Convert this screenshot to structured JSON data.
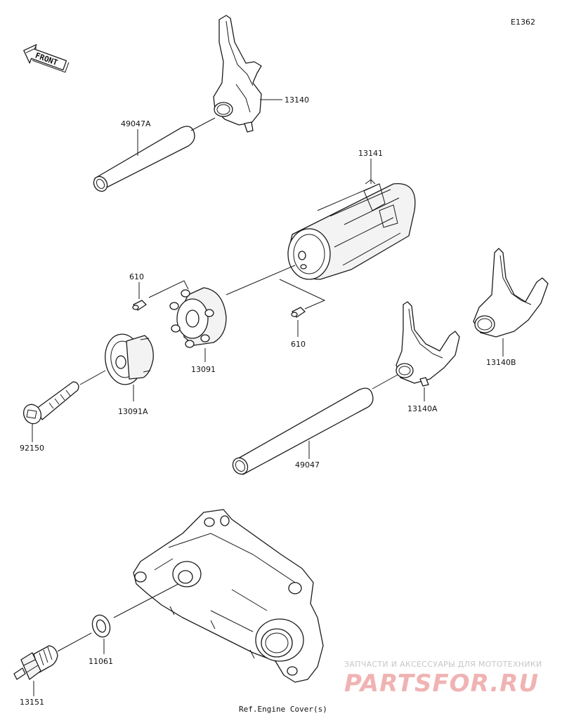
{
  "diagram_code": "E1362",
  "front_label": "FRONT",
  "parts": {
    "shift_fork_upper": "13140",
    "shift_rod_upper": "49047A",
    "shift_drum": "13141",
    "pin_left": "610",
    "pin_right": "610",
    "drum_operating_plate": "13091",
    "drum_cam": "13091A",
    "bolt": "92150",
    "shift_fork_middle": "13140A",
    "shift_fork_right": "13140B",
    "shift_rod_lower": "49047",
    "washer": "11061",
    "neutral_switch": "13151"
  },
  "ref_note": "Ref.Engine Cover(s)",
  "watermark": {
    "tagline": "ЗАПЧАСТИ И АКСЕССУАРЫ ДЛЯ МОТОТЕХНИКИ",
    "logo": "PARTSFOR.RU"
  }
}
